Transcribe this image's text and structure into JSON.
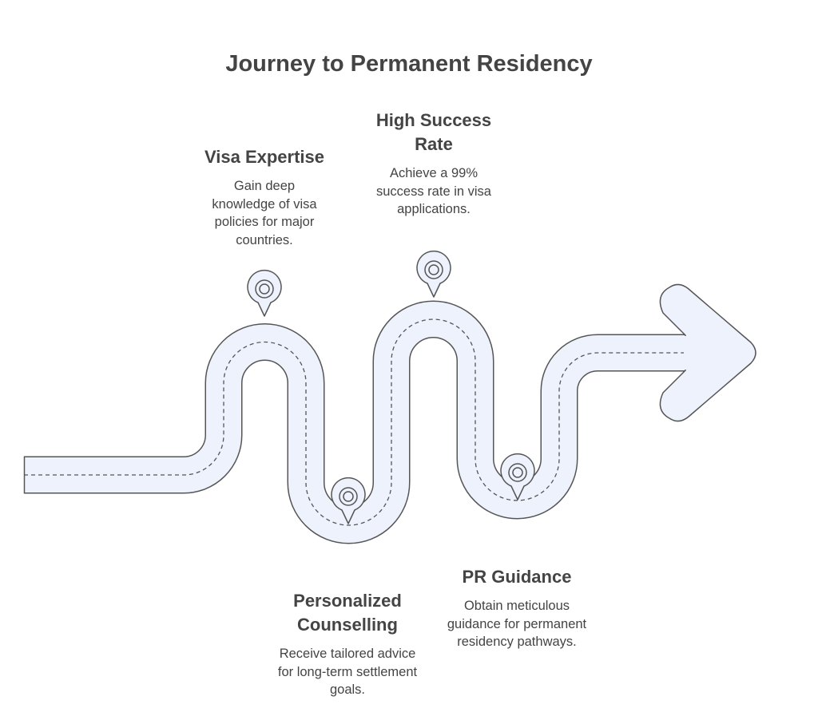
{
  "title": "Journey to Permanent Residency",
  "colors": {
    "road_fill": "#edf2fd",
    "outline": "#555555",
    "text": "#444444"
  },
  "milestones": [
    {
      "heading": "Visa Expertise",
      "text": "Gain deep knowledge of visa policies for major countries."
    },
    {
      "heading": "Personalized Counselling",
      "text": "Receive tailored advice for long-term settlement goals."
    },
    {
      "heading": "High Success Rate",
      "text": "Achieve a 99% success rate in visa applications."
    },
    {
      "heading": "PR Guidance",
      "text": "Obtain meticulous guidance for permanent residency pathways."
    }
  ]
}
